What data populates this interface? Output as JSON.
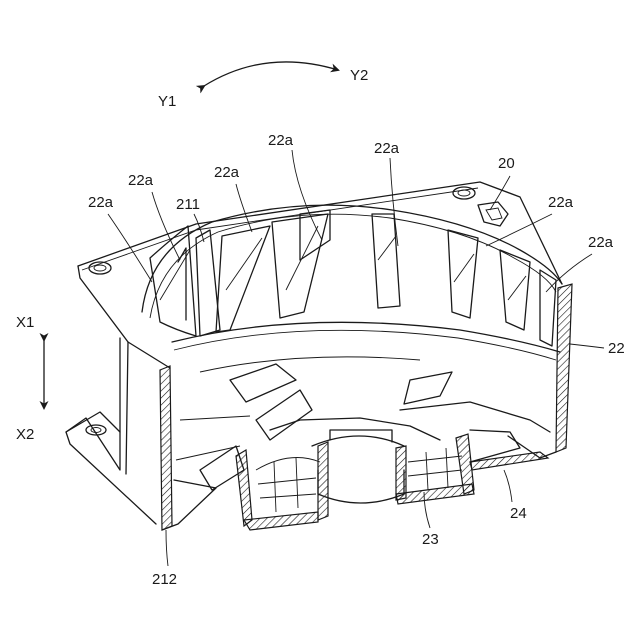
{
  "direction_labels": {
    "y1": "Y1",
    "y2": "Y2",
    "x1": "X1",
    "x2": "X2"
  },
  "reference_labels": {
    "fan": "20",
    "frame_top_plate": "211",
    "frame_bottom": "212",
    "housing": "22",
    "blades": "22a",
    "hub": "23",
    "base": "24"
  }
}
